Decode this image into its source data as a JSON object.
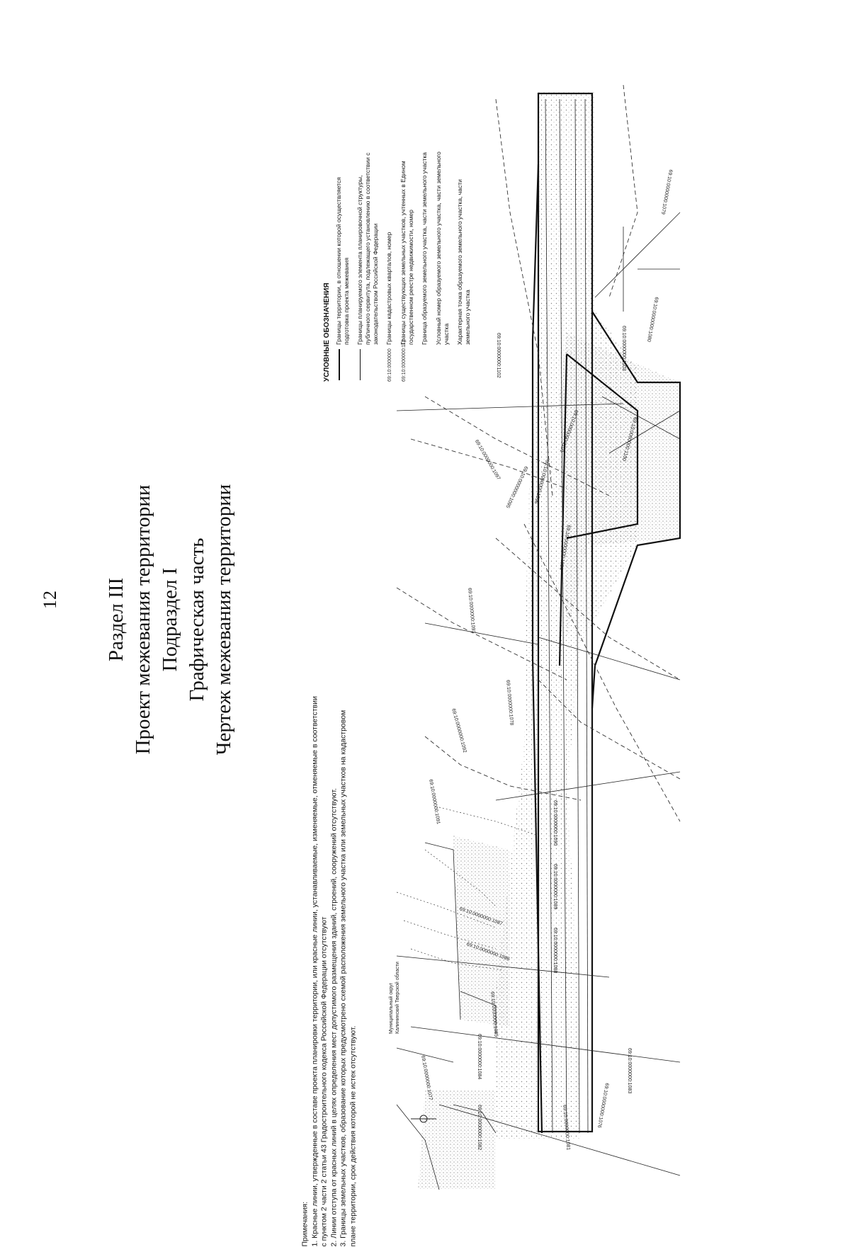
{
  "page": {
    "number": "12"
  },
  "title": {
    "line1": "Раздел III",
    "line2": "Проект межевания территории",
    "line3": "Подраздел I",
    "line4": "Графическая часть",
    "line5": "Чертеж межевания территории"
  },
  "notes": {
    "heading": "Примечания:",
    "items": [
      "1.   Красные линии, утвержденные в составе проекта планировки территории, или красные линии, устанавливаемые, изменяемые, отменяемые в соответствии с пунктом 2 части 2 статьи 43 Градостроительного кодекса Российской Федерации отсутствуют",
      "2.   Линии отступа от красных линий в целях определения мест допустимого размещения зданий, строений, сооружений отсутствуют.",
      "3.   Границы земельных участков, образование которых предусмотрено схемой расположения земельного участка или земельных участков на кадастровом плане территории, срок действия которой не истек отсутствуют."
    ]
  },
  "legend": {
    "title": "УСЛОВНЫЕ ОБОЗНАЧЕНИЯ",
    "items": [
      {
        "key": "",
        "text": "Границы территории, в отношении которой осуществляется подготовка проекта межевания"
      },
      {
        "key": "",
        "text": "Границы планируемого элемента планировочной структуры, публичного сервитута, подлежащего установлению в соответствии с законодательством Российской Федерации"
      },
      {
        "key": "69:10:0000000",
        "text": "Границы кадастровых кварталов, номер"
      },
      {
        "key": "69:10:0000000:112",
        "text": "Границы существующих земельных участков, учтенных в Едином государственном реестре недвижимости, номер"
      },
      {
        "key": "",
        "text": "Граница образуемого земельного участка, части земельного участка"
      },
      {
        "key": "",
        "text": "Условный номер образуемого земельного участка, части земельного участка"
      },
      {
        "key": "",
        "text": "Характерная точка образуемого земельного участка, части земельного участка"
      }
    ]
  },
  "map": {
    "municipal_label": "Муниципальный округ Калининский Тверской области",
    "parcel_labels": [
      "69:10:0000000:1103",
      "69:10:0000000:1102",
      "69:10:0000000:1101",
      "69:10:0000000:1100",
      "69:10:0000000:1097",
      "69:10:0000000:1096",
      "69:10:0000000:1095",
      "69:10:0000000:1094",
      "69:10:0000000:1093",
      "69:10:0000000:1092",
      "69:10:0000000:1091",
      "69:10:0000000:1090",
      "69:10:0000000:1089",
      "69:10:0000000:1088",
      "69:10:0000000:1087",
      "69:10:0000000:1086",
      "69:10:0000000:1085",
      "69:10:0000000:1084",
      "69:10:0000000:1083",
      "69:10:0000000:1082",
      "69:10:0000000:1081",
      "69:10:0000000:1080",
      "69:10:0000000:1079",
      "69:10:0000000:1078",
      "69:10:0000000:1077",
      "69:10:0000000:1076"
    ],
    "colors": {
      "line": "#111111",
      "hatch": "#8a8a8a",
      "background": "#ffffff"
    }
  }
}
